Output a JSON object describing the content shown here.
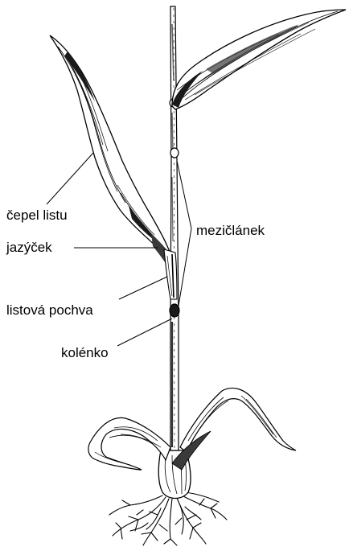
{
  "labels": {
    "blade": "čepel listu",
    "ligule": "jazýček",
    "sheath": "listová pochva",
    "node": "kolénko",
    "internode": "mezičlánek"
  },
  "colors": {
    "ink": "#000000",
    "paper": "#ffffff",
    "shade": "#3a3a3a"
  }
}
